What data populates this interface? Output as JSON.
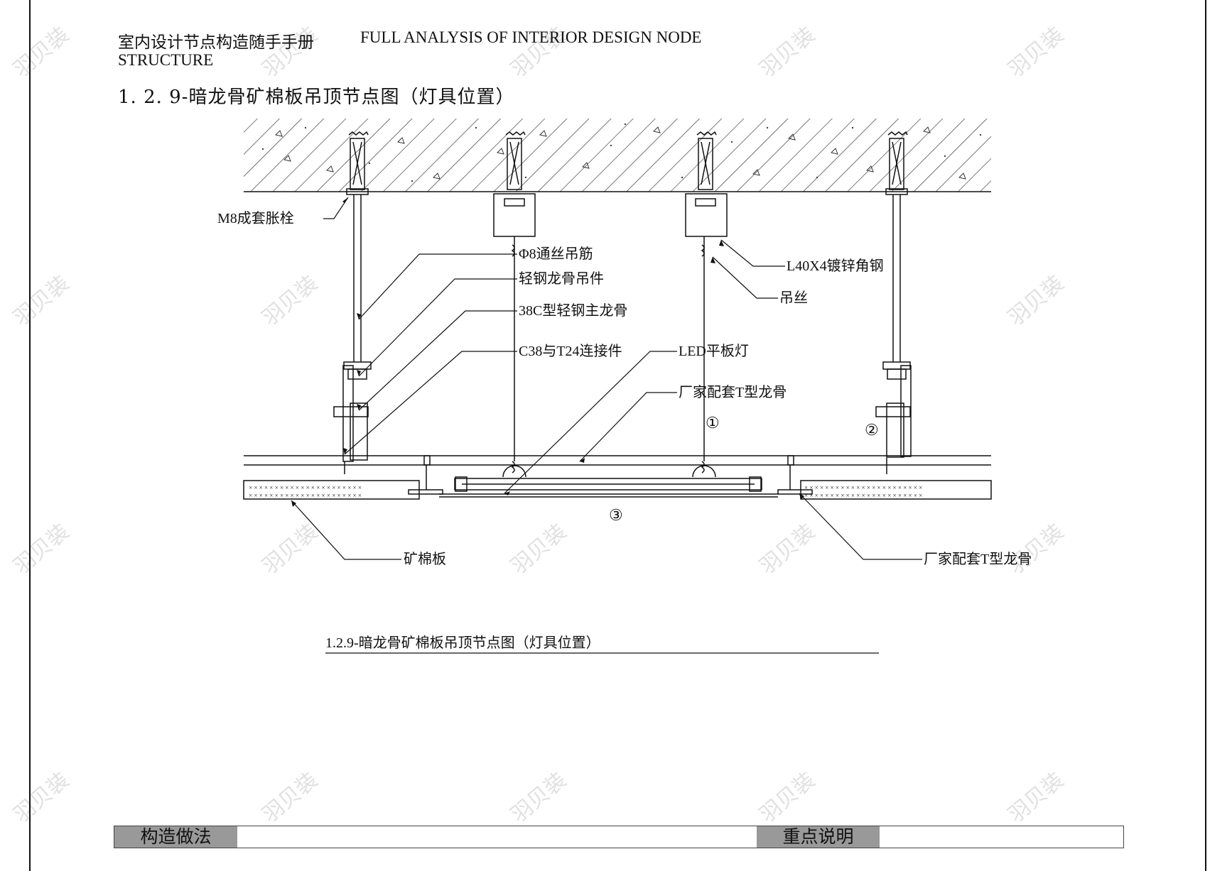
{
  "header": {
    "title_cn": "室内设计节点构造随手手册",
    "title_en": "FULL ANALYSIS OF INTERIOR DESIGN NODE",
    "title_en_line2": "STRUCTURE"
  },
  "section_title": "1. 2. 9-暗龙骨矿棉板吊顶节点图（灯具位置）",
  "labels": {
    "bolt": "M8成套胀栓",
    "rod": "Φ8通丝吊筋",
    "hanger": "轻钢龙骨吊件",
    "main_keel": "38C型轻钢主龙骨",
    "connector": "C38与T24连接件",
    "led": "LED平板灯",
    "t_keel_top": "厂家配套T型龙骨",
    "angle_steel": "L40X4镀锌角钢",
    "wire": "吊丝",
    "mineral_board": "矿棉板",
    "t_keel_bottom": "厂家配套T型龙骨"
  },
  "markers": {
    "m1": "①",
    "m2": "②",
    "m3": "③"
  },
  "caption": "1.2.9-暗龙骨矿棉板吊顶节点图（灯具位置）",
  "footer": {
    "left_label": "构造做法",
    "left_value": "",
    "right_label": "重点说明",
    "right_value": ""
  },
  "watermark": "羽贝装"
}
